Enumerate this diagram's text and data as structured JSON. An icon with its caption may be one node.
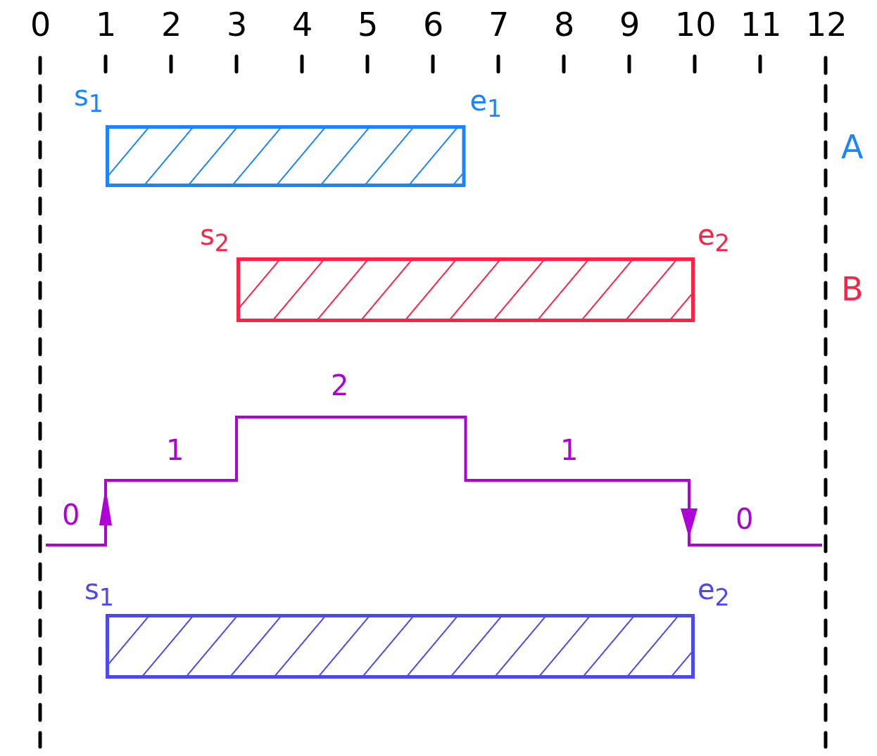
{
  "diagram": {
    "nodes": [
      {
        "text": [],
        "shape": "bar",
        "beside": [
          "s$_{1}$",
          "e$_{1}$"
        ]
      },
      {
        "text": [],
        "shape": "bar",
        "beside": [
          "s$_{2}$",
          "e$_{2}$"
        ]
      },
      {
        "text": [],
        "shape": "bar",
        "beside": [
          "s$_{1}$",
          "e$_{2}$"
        ]
      }
    ],
    "labels": [
      "0",
      "1",
      "2",
      "3",
      "4",
      "5",
      "6",
      "7",
      "8",
      "9",
      "10",
      "11",
      "12",
      "A",
      "B",
      "0",
      "1",
      "2",
      "1",
      "0"
    ]
  }
}
